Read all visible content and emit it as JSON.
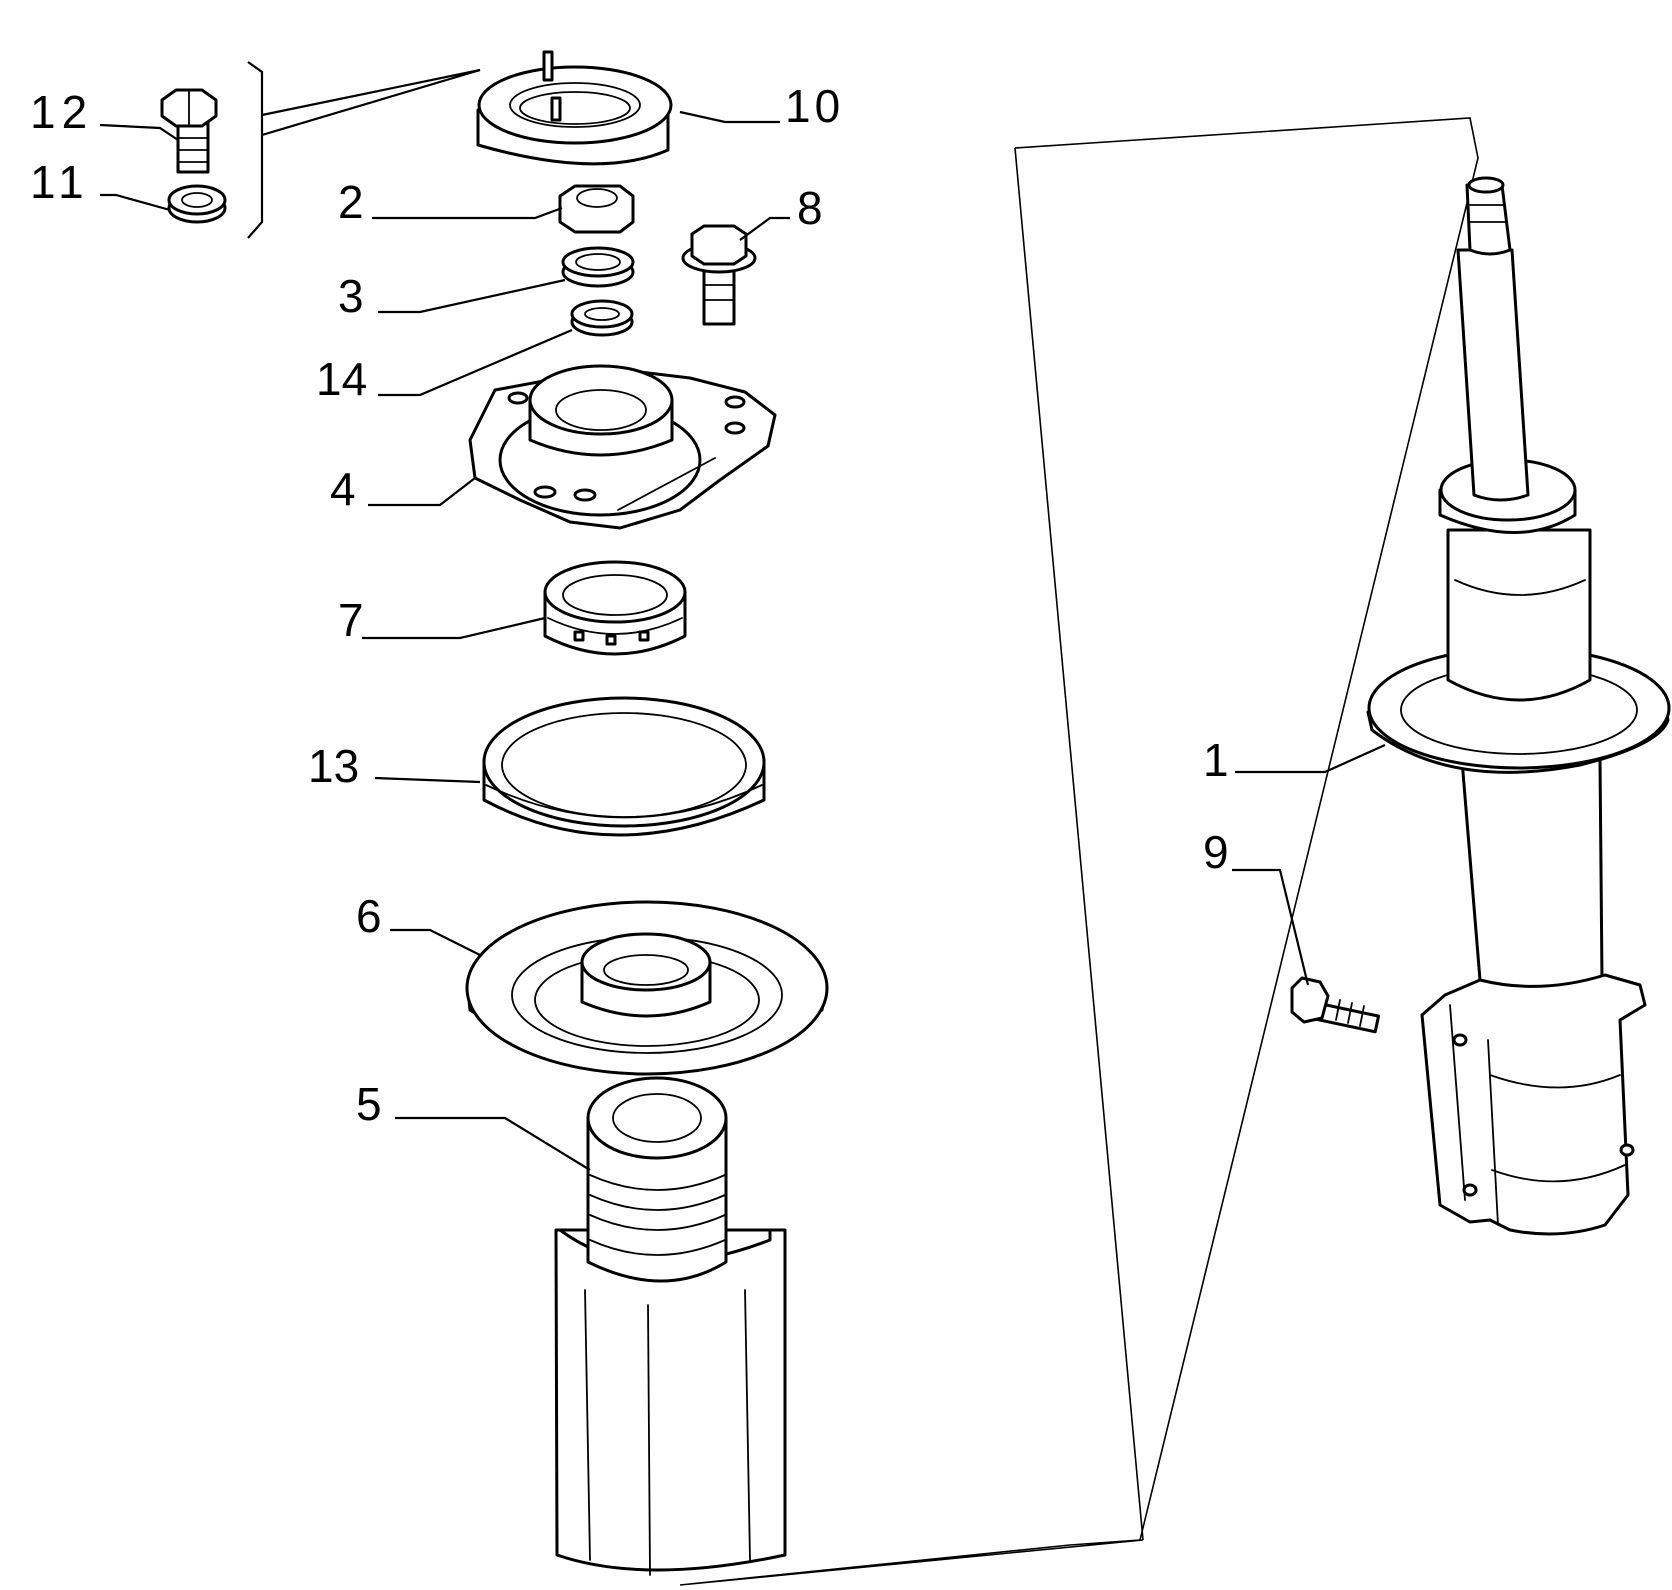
{
  "diagram": {
    "callouts": [
      {
        "id": "12",
        "label": "12"
      },
      {
        "id": "11",
        "label": "11"
      },
      {
        "id": "10",
        "label": "10"
      },
      {
        "id": "2",
        "label": "2"
      },
      {
        "id": "8",
        "label": "8"
      },
      {
        "id": "3",
        "label": "3"
      },
      {
        "id": "14",
        "label": "14"
      },
      {
        "id": "4",
        "label": "4"
      },
      {
        "id": "7",
        "label": "7"
      },
      {
        "id": "13",
        "label": "13"
      },
      {
        "id": "6",
        "label": "6"
      },
      {
        "id": "5",
        "label": "5"
      },
      {
        "id": "1",
        "label": "1"
      },
      {
        "id": "9",
        "label": "9"
      }
    ]
  }
}
